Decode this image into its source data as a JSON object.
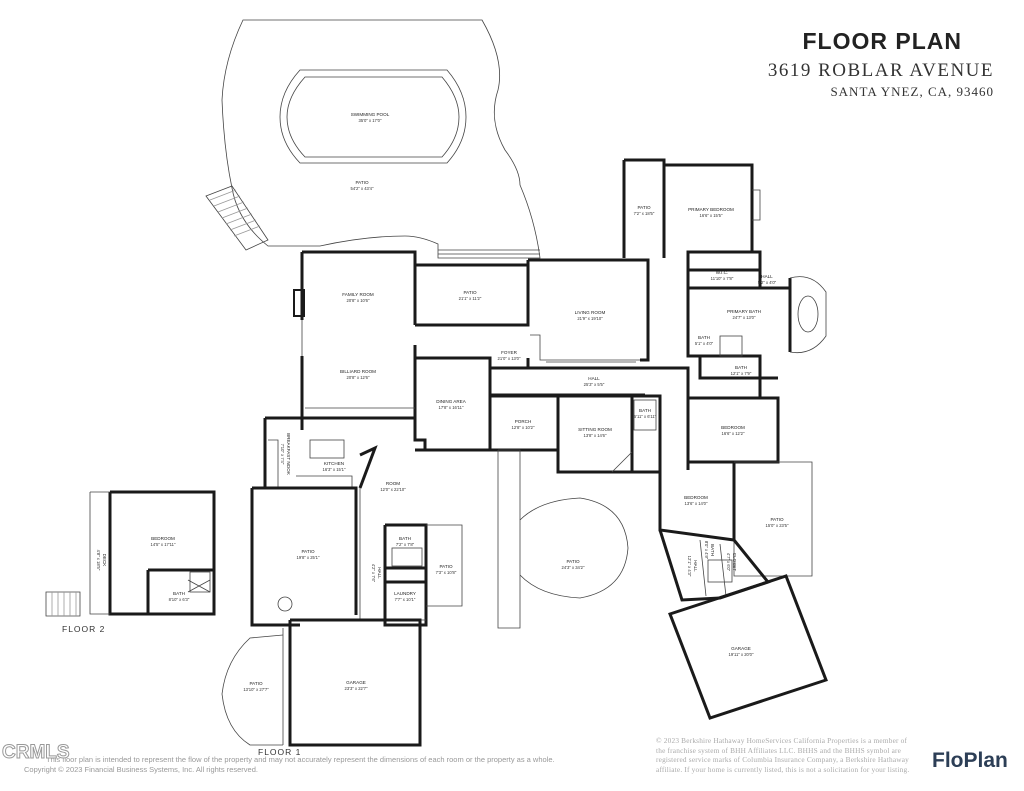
{
  "header": {
    "title": "FLOOR PLAN",
    "address": "3619 ROBLAR AVENUE",
    "city": "SANTA YNEZ, CA, 93460"
  },
  "floors": {
    "floor1": "FLOOR 1",
    "floor2": "FLOOR 2"
  },
  "rooms": {
    "swimming_pool": {
      "name": "SWIMMING POOL",
      "dims": "35'0\" x 17'0\""
    },
    "patio_pool": {
      "name": "PATIO",
      "dims": "54'2\" x 43'4\""
    },
    "family_room": {
      "name": "FAMILY ROOM",
      "dims": "20'8\" x 10'6\""
    },
    "patio_center": {
      "name": "PATIO",
      "dims": "21'1\" x 11'2\""
    },
    "living_room": {
      "name": "LIVING ROOM",
      "dims": "21'9\" x 19'10\""
    },
    "patio_primary": {
      "name": "PATIO",
      "dims": "7'2\" x 18'5\""
    },
    "primary_bedroom": {
      "name": "PRIMARY BEDROOM",
      "dims": "16'6\" x 15'5\""
    },
    "wic": {
      "name": "W.I.C.",
      "dims": "11'10\" x 7'8\""
    },
    "hall_primary": {
      "name": "HALL",
      "dims": "5'2\" x 4'0\""
    },
    "primary_bath": {
      "name": "PRIMARY BATH",
      "dims": "24'7\" x 13'0\""
    },
    "billiard_room": {
      "name": "BILLIARD ROOM",
      "dims": "20'8\" x 12'6\""
    },
    "foyer": {
      "name": "FOYER",
      "dims": "21'0\" x 13'0\""
    },
    "hall_main": {
      "name": "HALL",
      "dims": "25'3\" x 5'5\""
    },
    "dining_area": {
      "name": "DINING AREA",
      "dims": "17'8\" x 16'11\""
    },
    "porch": {
      "name": "PORCH",
      "dims": "12'8\" x 10'2\""
    },
    "sitting_room": {
      "name": "SITTING ROOM",
      "dims": "13'8\" x 14'6\""
    },
    "bath_sitting": {
      "name": "BATH",
      "dims": "5'11\" x 6'11\""
    },
    "bedroom_e1": {
      "name": "BEDROOM",
      "dims": "16'6\" x 12'2\""
    },
    "bath_e1": {
      "name": "BATH",
      "dims": "12'1\" x 7'9\""
    },
    "bath_e2": {
      "name": "BATH",
      "dims": "5'1\" x 4'0\""
    },
    "kitchen": {
      "name": "KITCHEN",
      "dims": "16'3\" x 15'1\""
    },
    "room_kitchen": {
      "name": "ROOM",
      "dims": "12'0\" x 22'10\""
    },
    "breakfast_nook": {
      "name": "BREAKFAST NOOK",
      "dims": "7'10\" x 7'4\""
    },
    "bedroom_upper": {
      "name": "BEDROOM",
      "dims": "14'5\" x 17'11\""
    },
    "bath_upper": {
      "name": "BATH",
      "dims": "8'10\" x 6'3\""
    },
    "deck": {
      "name": "DECK",
      "dims": "4'8\" x 18'5\""
    },
    "patio_courtyard": {
      "name": "PATIO",
      "dims": "19'8\" x 25'1\""
    },
    "bath_laundry": {
      "name": "BATH",
      "dims": "7'2\" x 7'8\""
    },
    "hall_laundry": {
      "name": "HALL",
      "dims": "4'2\" x 7'6\""
    },
    "patio_laundry": {
      "name": "PATIO",
      "dims": "7'3\" x 10'8\""
    },
    "laundry": {
      "name": "LAUNDRY",
      "dims": "7'7\" x 10'1\""
    },
    "patio_south": {
      "name": "PATIO",
      "dims": "24'3\" x 34'2\""
    },
    "bedroom_e2": {
      "name": "BEDROOM",
      "dims": "13'6\" x 14'0\""
    },
    "patio_east": {
      "name": "PATIO",
      "dims": "15'0\" x 23'5\""
    },
    "closet_e": {
      "name": "CLOSET",
      "dims": "4'7\" x 6'0\""
    },
    "hall_e": {
      "name": "HALL",
      "dims": "12'1\" x 4'3\""
    },
    "bath_e3": {
      "name": "BATH",
      "dims": "8'0\" x 4'9\""
    },
    "patio_sw": {
      "name": "PATIO",
      "dims": "13'10\" x 27'7\""
    },
    "garage_main": {
      "name": "GARAGE",
      "dims": "23'3\" x 22'7\""
    },
    "garage_east": {
      "name": "GARAGE",
      "dims": "19'11\" x 20'0\""
    }
  },
  "footer": {
    "disclaimer_line1": "This floor plan is intended to represent the flow of the property and may not accurately represent the dimensions of each room or the property as a whole.",
    "disclaimer_line2": "Copyright © 2023 Financial Business Systems, Inc. All rights reserved.",
    "legal_text": "© 2023 Berkshire Hathaway HomeServices California Properties is a member of the franchise system of BHH Affiliates LLC. BHHS and the BHHS symbol are registered service marks of Columbia Insurance Company, a Berkshire Hathaway affiliate. If your home is currently listed, this is not a solicitation for your listing.",
    "watermark": "CRMLS",
    "logo_text": "FloPlan"
  }
}
